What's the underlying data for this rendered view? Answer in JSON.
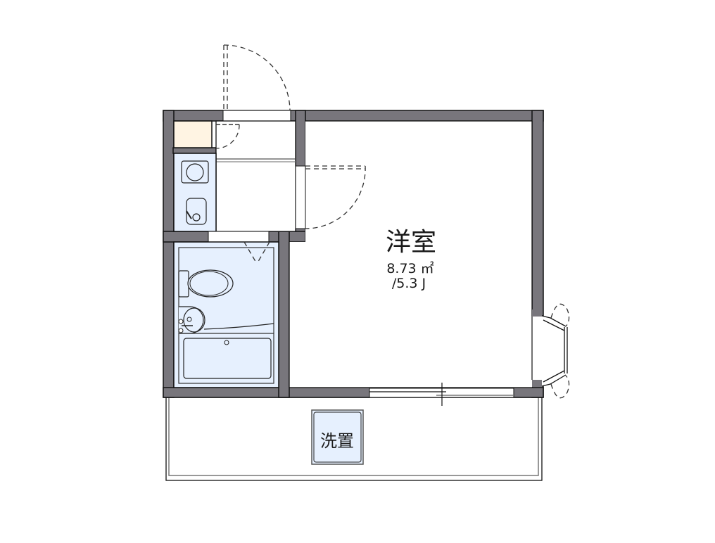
{
  "floorplan": {
    "rooms": [
      {
        "id": "western-room",
        "name": "洋室",
        "area_m2": "8.73 m²",
        "area_jo": "/5.3 J"
      },
      {
        "id": "washer-space",
        "name": "洗置"
      }
    ],
    "labels": {
      "room_name": "洋室",
      "room_area": "8.73 ㎡",
      "room_jo": "/5.3 J",
      "washer": "洗置"
    },
    "colors": {
      "wall": "#78767c",
      "wet_area": "#e6f0fe",
      "storage": "#fff4e3",
      "background": "#ffffff"
    },
    "fixtures": [
      "stove",
      "kitchen-sink",
      "toilet",
      "washbasin",
      "bathtub",
      "washing-machine-space"
    ],
    "openings": [
      "entrance-door",
      "closet-door",
      "room-door",
      "bathroom-door",
      "balcony-sliding-window",
      "bay-window"
    ]
  }
}
